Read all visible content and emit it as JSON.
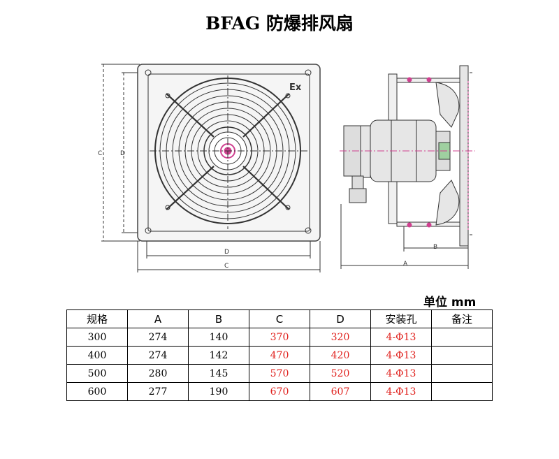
{
  "title": "BFAG 防爆排风扇",
  "drawing": {
    "ex_mark": "Ex",
    "front_labels": {
      "c_vertical": "C",
      "d_vertical": "D",
      "d_horizontal": "D",
      "c_horizontal": "C"
    },
    "side_labels": {
      "b": "B",
      "a": "A"
    }
  },
  "unit_label": "单位 mm",
  "table": {
    "headers": [
      "规格",
      "A",
      "B",
      "C",
      "D",
      "安装孔",
      "备注"
    ],
    "rows": [
      [
        "300",
        "274",
        "140",
        "370",
        "320",
        "4-Φ13",
        ""
      ],
      [
        "400",
        "274",
        "142",
        "470",
        "420",
        "4-Φ13",
        ""
      ],
      [
        "500",
        "280",
        "145",
        "570",
        "520",
        "4-Φ13",
        ""
      ],
      [
        "600",
        "277",
        "190",
        "670",
        "607",
        "4-Φ13",
        ""
      ]
    ]
  },
  "colors": {
    "highlight": "#e0201c",
    "drawing": "#333333",
    "fill": "#e6e6e6",
    "accent": "#d04090"
  }
}
